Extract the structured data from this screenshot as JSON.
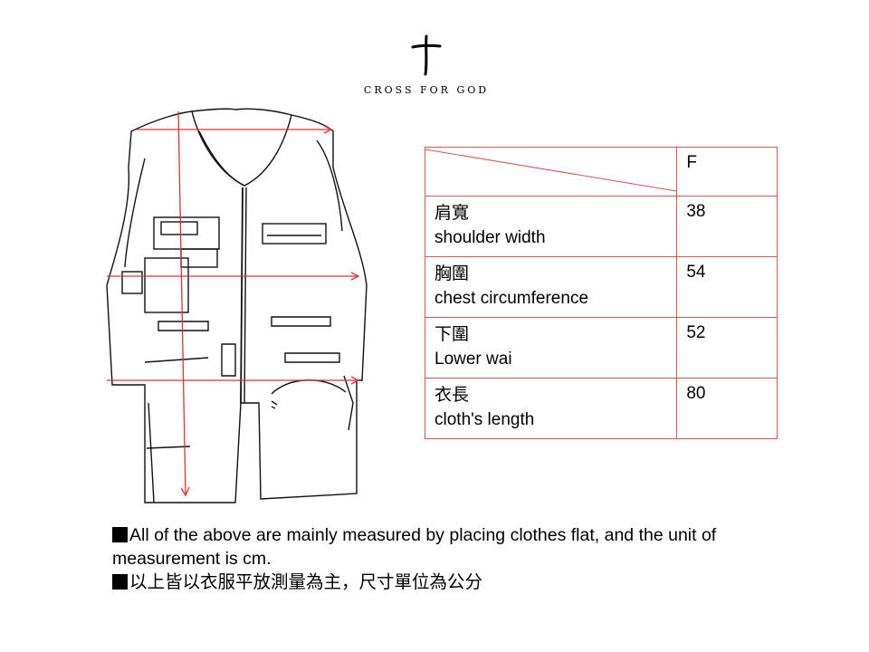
{
  "logo": {
    "icon": "cross-icon",
    "text": "CROSS FOR GOD"
  },
  "size_table": {
    "header": {
      "size_label": "F"
    },
    "rows": [
      {
        "zh": "肩寬",
        "en": "shoulder width",
        "value": "38"
      },
      {
        "zh": "胸圍",
        "en": "chest circumference",
        "value": "54"
      },
      {
        "zh": "下圍",
        "en": "Lower wai",
        "value": "52"
      },
      {
        "zh": "衣長",
        "en": "cloth's length",
        "value": "80"
      }
    ],
    "border_color": "#d9534f"
  },
  "illustration": {
    "subject": "vest-line-drawing",
    "measure_line_color": "#e03030"
  },
  "notes": {
    "english": "All of the above are mainly measured by placing clothes flat, and the unit of measurement is cm.",
    "chinese": "以上皆以衣服平放測量為主，尺寸單位為公分"
  }
}
